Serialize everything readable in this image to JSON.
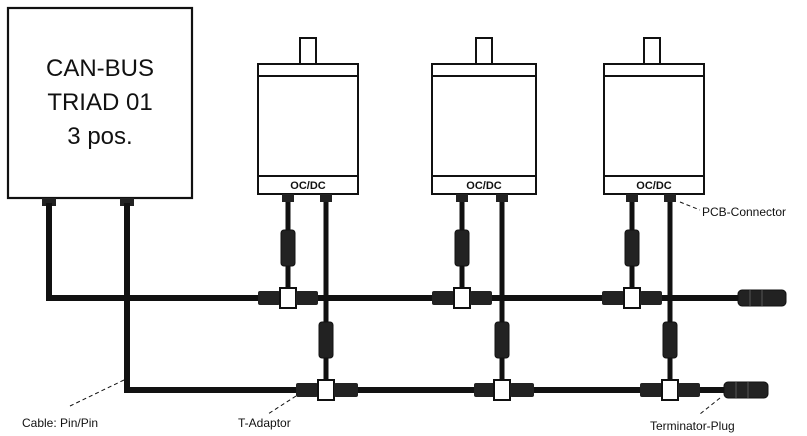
{
  "controller": {
    "line1": "CAN-BUS",
    "line2": "TRIAD 01",
    "line3": "3 pos."
  },
  "modules": [
    {
      "label": "OC/DC"
    },
    {
      "label": "OC/DC"
    },
    {
      "label": "OC/DC"
    }
  ],
  "labels": {
    "pcb_connector": "PCB-Connector",
    "cable": "Cable: Pin/Pin",
    "t_adaptor": "T-Adaptor",
    "terminator": "Terminator-Plug"
  },
  "colors": {
    "ink": "#111111",
    "paper": "#ffffff"
  }
}
